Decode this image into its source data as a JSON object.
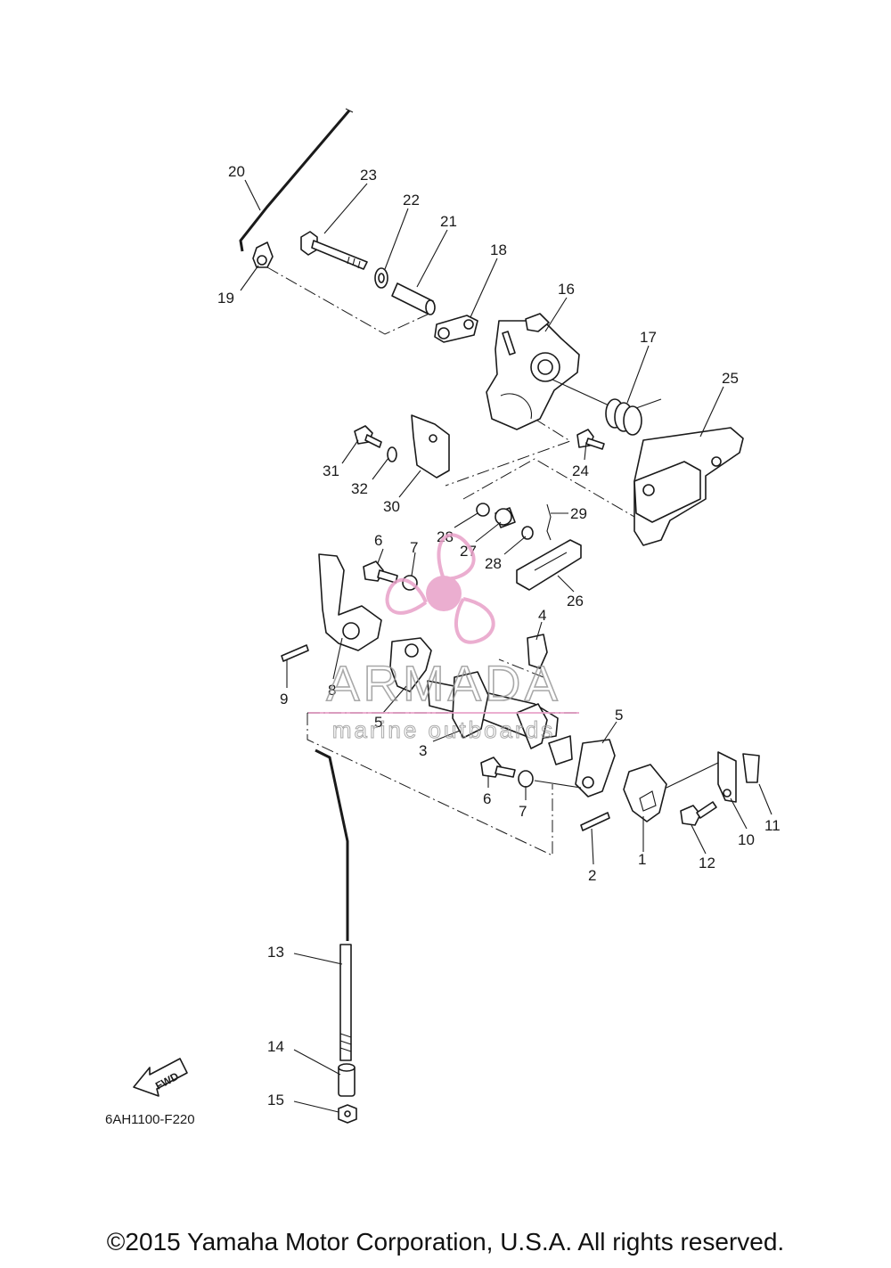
{
  "diagram_code": "6AH1100-F220",
  "copyright": "©2015 Yamaha Motor Corporation, U.S.A. All rights reserved.",
  "fwd_label": "FWD",
  "watermark": {
    "brand": "ARMADA",
    "tagline": "marine outboards",
    "color": "#e8a0c8"
  },
  "callouts": [
    {
      "id": "c20",
      "text": "20"
    },
    {
      "id": "c23",
      "text": "23"
    },
    {
      "id": "c22",
      "text": "22"
    },
    {
      "id": "c21",
      "text": "21"
    },
    {
      "id": "c18",
      "text": "18"
    },
    {
      "id": "c16",
      "text": "16"
    },
    {
      "id": "c19",
      "text": "19"
    },
    {
      "id": "c17",
      "text": "17"
    },
    {
      "id": "c25",
      "text": "25"
    },
    {
      "id": "c31",
      "text": "31"
    },
    {
      "id": "c24",
      "text": "24"
    },
    {
      "id": "c32",
      "text": "32"
    },
    {
      "id": "c30",
      "text": "30"
    },
    {
      "id": "c29",
      "text": "29"
    },
    {
      "id": "c28a",
      "text": "28"
    },
    {
      "id": "c27",
      "text": "27"
    },
    {
      "id": "c28b",
      "text": "28"
    },
    {
      "id": "c6a",
      "text": "6"
    },
    {
      "id": "c7a",
      "text": "7"
    },
    {
      "id": "c26",
      "text": "26"
    },
    {
      "id": "c4",
      "text": "4"
    },
    {
      "id": "c9",
      "text": "9"
    },
    {
      "id": "c8",
      "text": "8"
    },
    {
      "id": "c5a",
      "text": "5"
    },
    {
      "id": "c5b",
      "text": "5"
    },
    {
      "id": "c3",
      "text": "3"
    },
    {
      "id": "c6b",
      "text": "6"
    },
    {
      "id": "c7b",
      "text": "7"
    },
    {
      "id": "c11",
      "text": "11"
    },
    {
      "id": "c10",
      "text": "10"
    },
    {
      "id": "c1",
      "text": "1"
    },
    {
      "id": "c12",
      "text": "12"
    },
    {
      "id": "c2",
      "text": "2"
    },
    {
      "id": "c13",
      "text": "13"
    },
    {
      "id": "c14",
      "text": "14"
    },
    {
      "id": "c15",
      "text": "15"
    }
  ]
}
